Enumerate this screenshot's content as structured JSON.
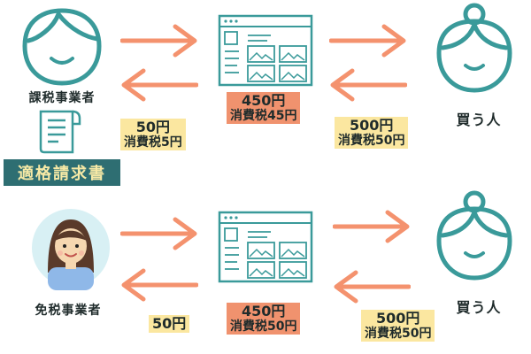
{
  "colors": {
    "teal": "#3a9a9a",
    "orange": "#f4926e",
    "yellow_tag": "#fbe7a0",
    "orange_tag": "#f0926e",
    "invoice_bg": "#2e6e72",
    "invoice_text": "#f6e9a6"
  },
  "top_row": {
    "seller_label": "課税事業者",
    "invoice_label": "適格請求書",
    "seller_tag": {
      "price": "50円",
      "tax": "消費税5円"
    },
    "platform_tag": {
      "price": "450円",
      "tax": "消費税45円"
    },
    "buyer_tag": {
      "price": "500円",
      "tax": "消費税50円"
    },
    "buyer_label": "買う人"
  },
  "bottom_row": {
    "seller_label": "免税事業者",
    "seller_tag": {
      "price": "50円"
    },
    "platform_tag": {
      "price": "450円",
      "tax": "消費税50円"
    },
    "buyer_tag": {
      "price": "500円",
      "tax": "消費税50円"
    },
    "buyer_label": "買う人"
  }
}
